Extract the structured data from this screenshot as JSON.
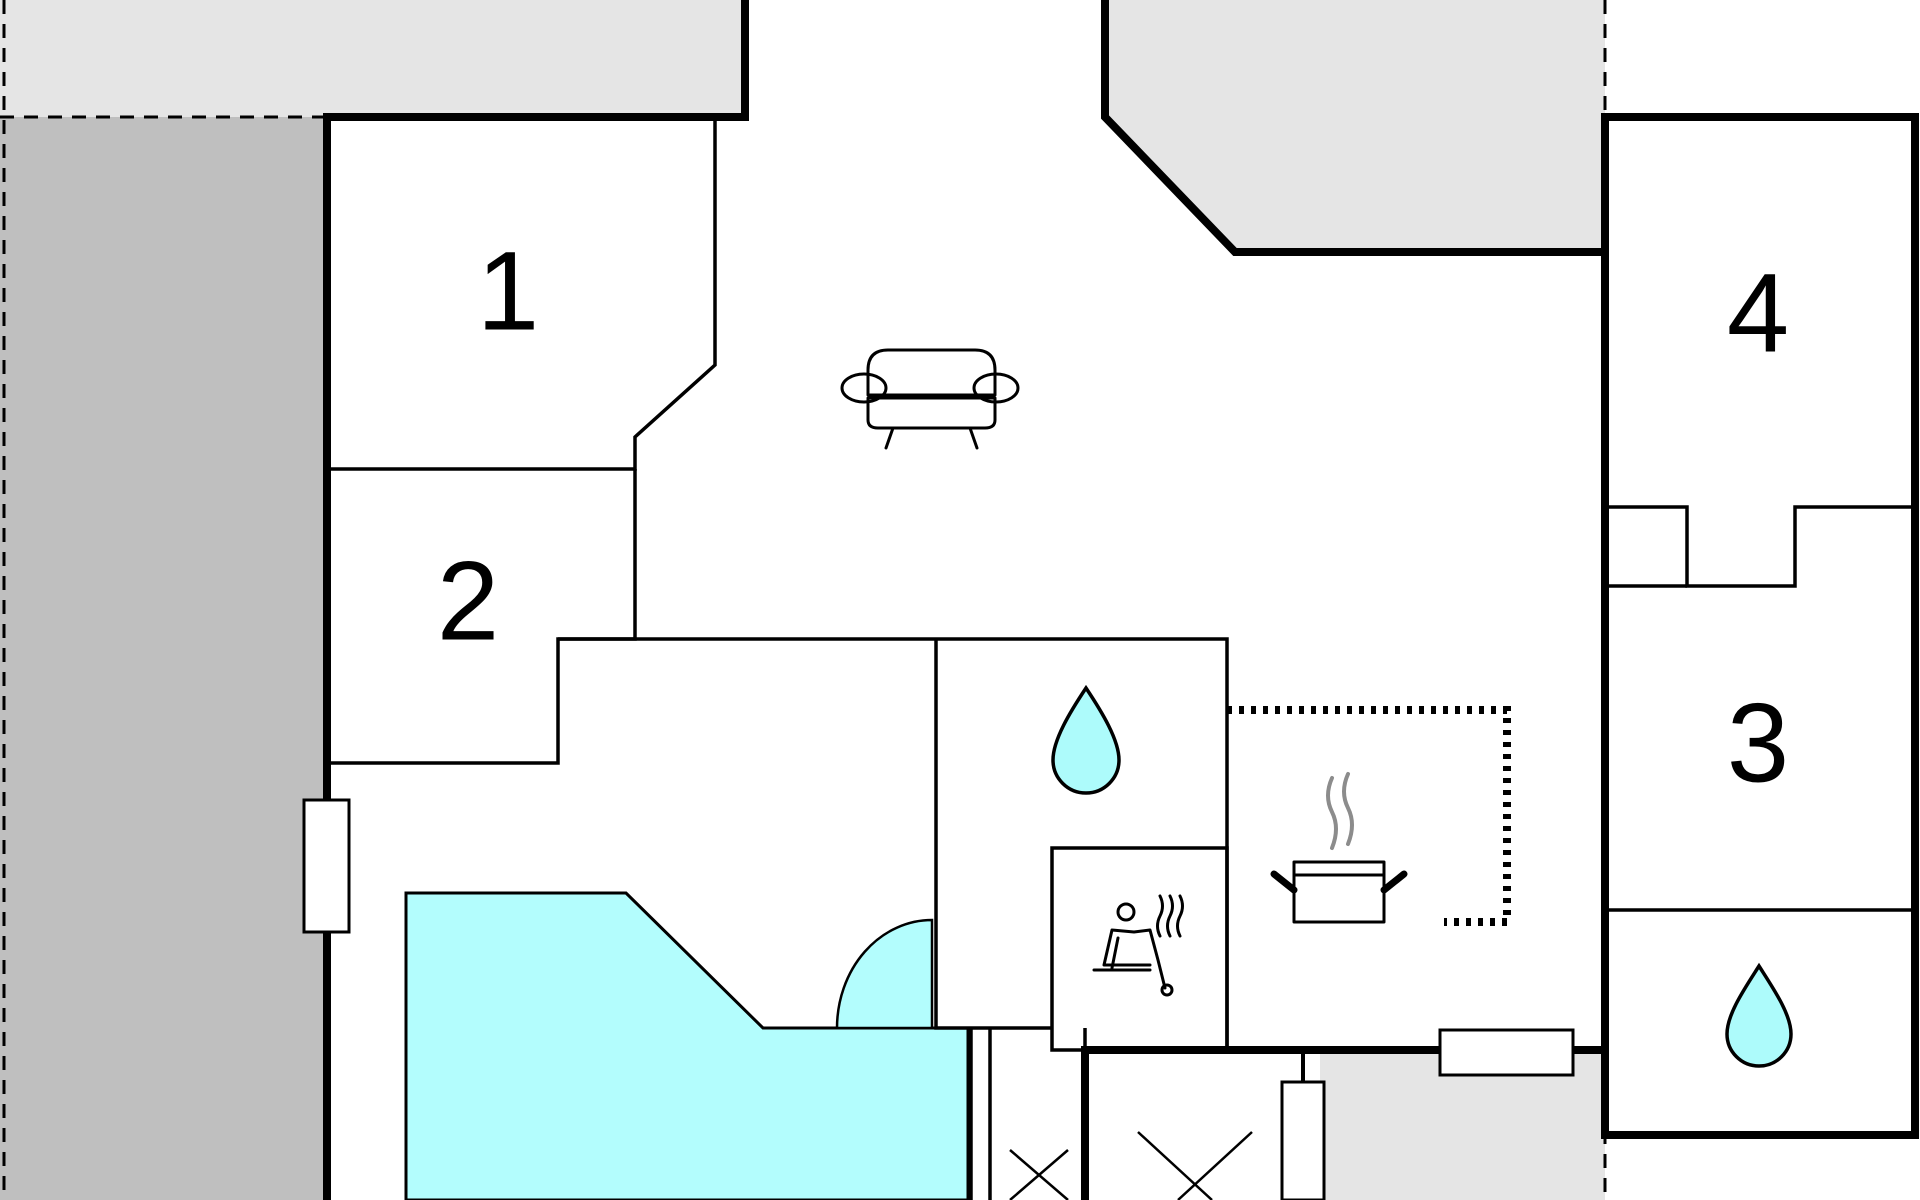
{
  "rooms": [
    {
      "id": "room-1",
      "label": "1"
    },
    {
      "id": "room-2",
      "label": "2"
    },
    {
      "id": "room-3",
      "label": "3"
    },
    {
      "id": "room-4",
      "label": "4"
    }
  ],
  "icons": [
    "sofa-icon",
    "water-drop-icon",
    "sauna-icon",
    "cooking-pot-icon"
  ],
  "colors": {
    "pool": "#b3fdfd",
    "water_drop": "#adfbfb",
    "terrace_light": "#e5e5e5",
    "terrace_dark": "#bfbfbf",
    "wall": "#000000",
    "steam": "#8c8c8c"
  }
}
